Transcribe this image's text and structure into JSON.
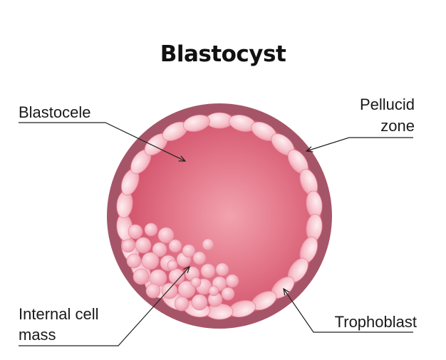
{
  "title": "Blastocyst",
  "labels": {
    "blastocele": "Blastocele",
    "pellucid_zone_line1": "Pellucid",
    "pellucid_zone_line2": "zone",
    "internal_cell_mass_line1": "Internal cell",
    "internal_cell_mass_line2": "mass",
    "trophoblast": "Trophoblast"
  },
  "colors": {
    "zone": "#a65569",
    "cavity_center": "#f2a3ae",
    "cavity_edge": "#d2536a",
    "cell_light": "#fbe0e5",
    "cell_mid": "#f1a4b3",
    "leader": "#222222"
  }
}
